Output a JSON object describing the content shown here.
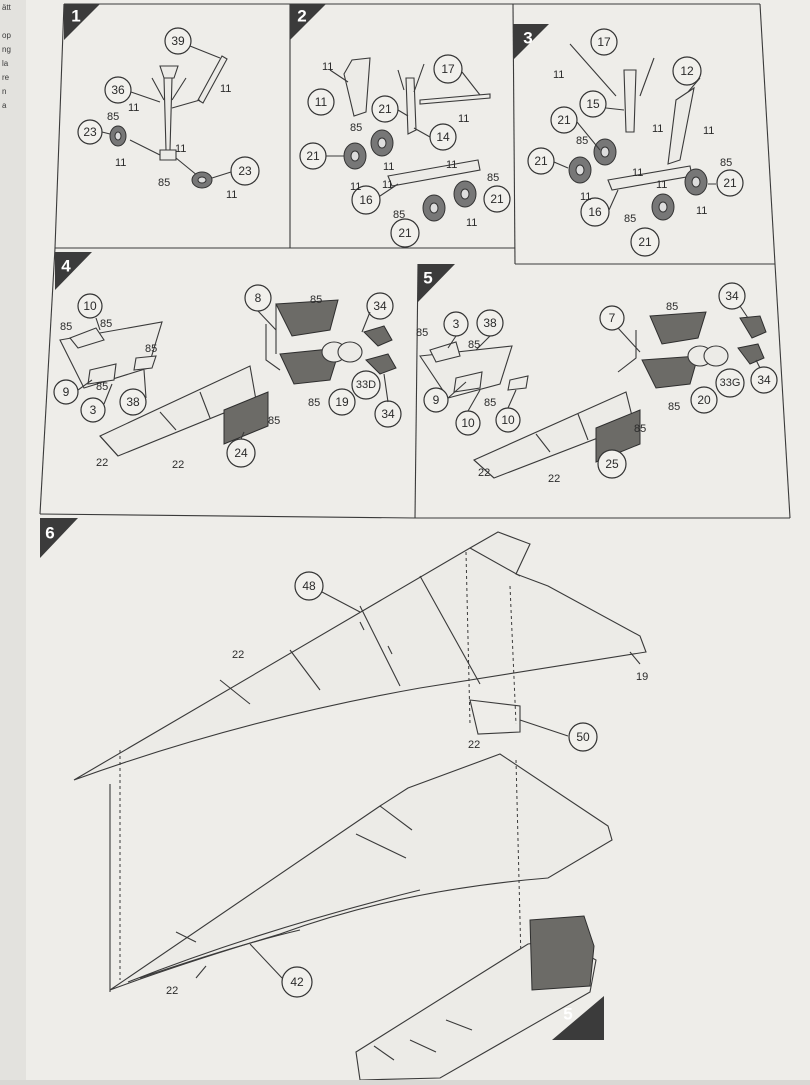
{
  "side_text": [
    "ätt",
    "op",
    "ng",
    "la",
    "re",
    "n",
    "a"
  ],
  "steps": {
    "s1": {
      "num": "1",
      "c39": "39",
      "c36": "36",
      "c23a": "23",
      "c23b": "23",
      "l11a": "11",
      "l11b": "11",
      "l11c": "11",
      "l11d": "11",
      "l11e": "11",
      "l85a": "85",
      "l85b": "85"
    },
    "s2": {
      "num": "2",
      "c11": "11",
      "c17": "17",
      "c21a": "21",
      "c14": "14",
      "c21b": "21",
      "c16": "16",
      "c21c": "21",
      "c21d": "21",
      "l11a": "11",
      "l11b": "11",
      "l11c": "11",
      "l11d": "11",
      "l11e": "11",
      "l11f": "11",
      "l11g": "11",
      "l85a": "85",
      "l85b": "85",
      "l85c": "85"
    },
    "s3": {
      "num": "3",
      "c17": "17",
      "c12": "12",
      "c15": "15",
      "c21a": "21",
      "c21b": "21",
      "c16": "16",
      "c21c": "21",
      "c21d": "21",
      "l11a": "11",
      "l11b": "11",
      "l11c": "11",
      "l11d": "11",
      "l11e": "11",
      "l11f": "11",
      "l11g": "11",
      "l85a": "85",
      "l85b": "85",
      "l85c": "85"
    },
    "s4": {
      "num": "4",
      "c10": "10",
      "c9": "9",
      "c3": "3",
      "c38": "38",
      "c8": "8",
      "c34a": "34",
      "c19": "19",
      "c33d": "33D",
      "c34b": "34",
      "c24": "24",
      "l85a": "85",
      "l85b": "85",
      "l85c": "85",
      "l85d": "85",
      "l85e": "85",
      "l85f": "85",
      "l85g": "85",
      "l22a": "22",
      "l22b": "22"
    },
    "s5": {
      "num": "5",
      "c3": "3",
      "c38": "38",
      "c9": "9",
      "c10a": "10",
      "c10b": "10",
      "c7": "7",
      "c34a": "34",
      "c34b": "34",
      "c20": "20",
      "c33g": "33G",
      "c25": "25",
      "l85a": "85",
      "l85b": "85",
      "l85c": "85",
      "l85d": "85",
      "l85e": "85",
      "l85f": "85",
      "l22a": "22",
      "l22b": "22"
    },
    "s6": {
      "num": "6",
      "c48": "48",
      "c50": "50",
      "c42": "42",
      "l22a": "22",
      "l22b": "22",
      "l22c": "22",
      "l19": "19",
      "ref5": "5"
    }
  }
}
